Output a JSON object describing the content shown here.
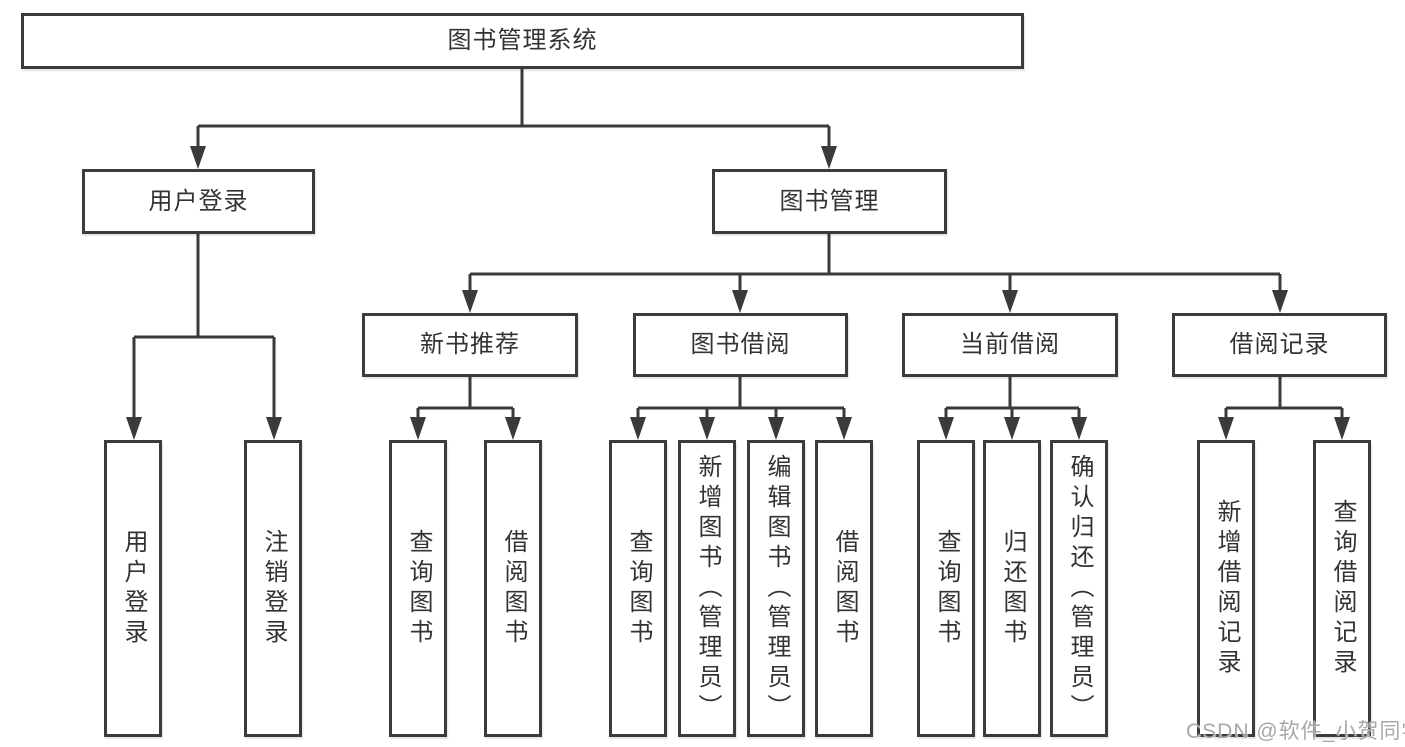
{
  "colors": {
    "background": "#ffffff",
    "line": "#3a3a3a",
    "border": "#3b3b3b",
    "text": "#333333",
    "watermark": "#a8a8a8"
  },
  "tree": {
    "root": {
      "label": "图书管理系统"
    },
    "branches": [
      {
        "label": "用户登录",
        "leaves": [
          {
            "label": "用户登录"
          },
          {
            "label": "注销登录"
          }
        ]
      },
      {
        "label": "图书管理",
        "groups": [
          {
            "label": "新书推荐",
            "leaves": [
              {
                "label": "查询图书"
              },
              {
                "label": "借阅图书"
              }
            ]
          },
          {
            "label": "图书借阅",
            "leaves": [
              {
                "label": "查询图书"
              },
              {
                "label": "新增图书（管理员）"
              },
              {
                "label": "编辑图书（管理员）"
              },
              {
                "label": "借阅图书"
              }
            ]
          },
          {
            "label": "当前借阅",
            "leaves": [
              {
                "label": "查询图书"
              },
              {
                "label": "归还图书"
              },
              {
                "label": "确认归还（管理员）"
              }
            ]
          },
          {
            "label": "借阅记录",
            "leaves": [
              {
                "label": "新增借阅记录"
              },
              {
                "label": "查询借阅记录"
              }
            ]
          }
        ]
      }
    ]
  },
  "watermark": {
    "text": "CSDN @软件_小贺同学"
  }
}
